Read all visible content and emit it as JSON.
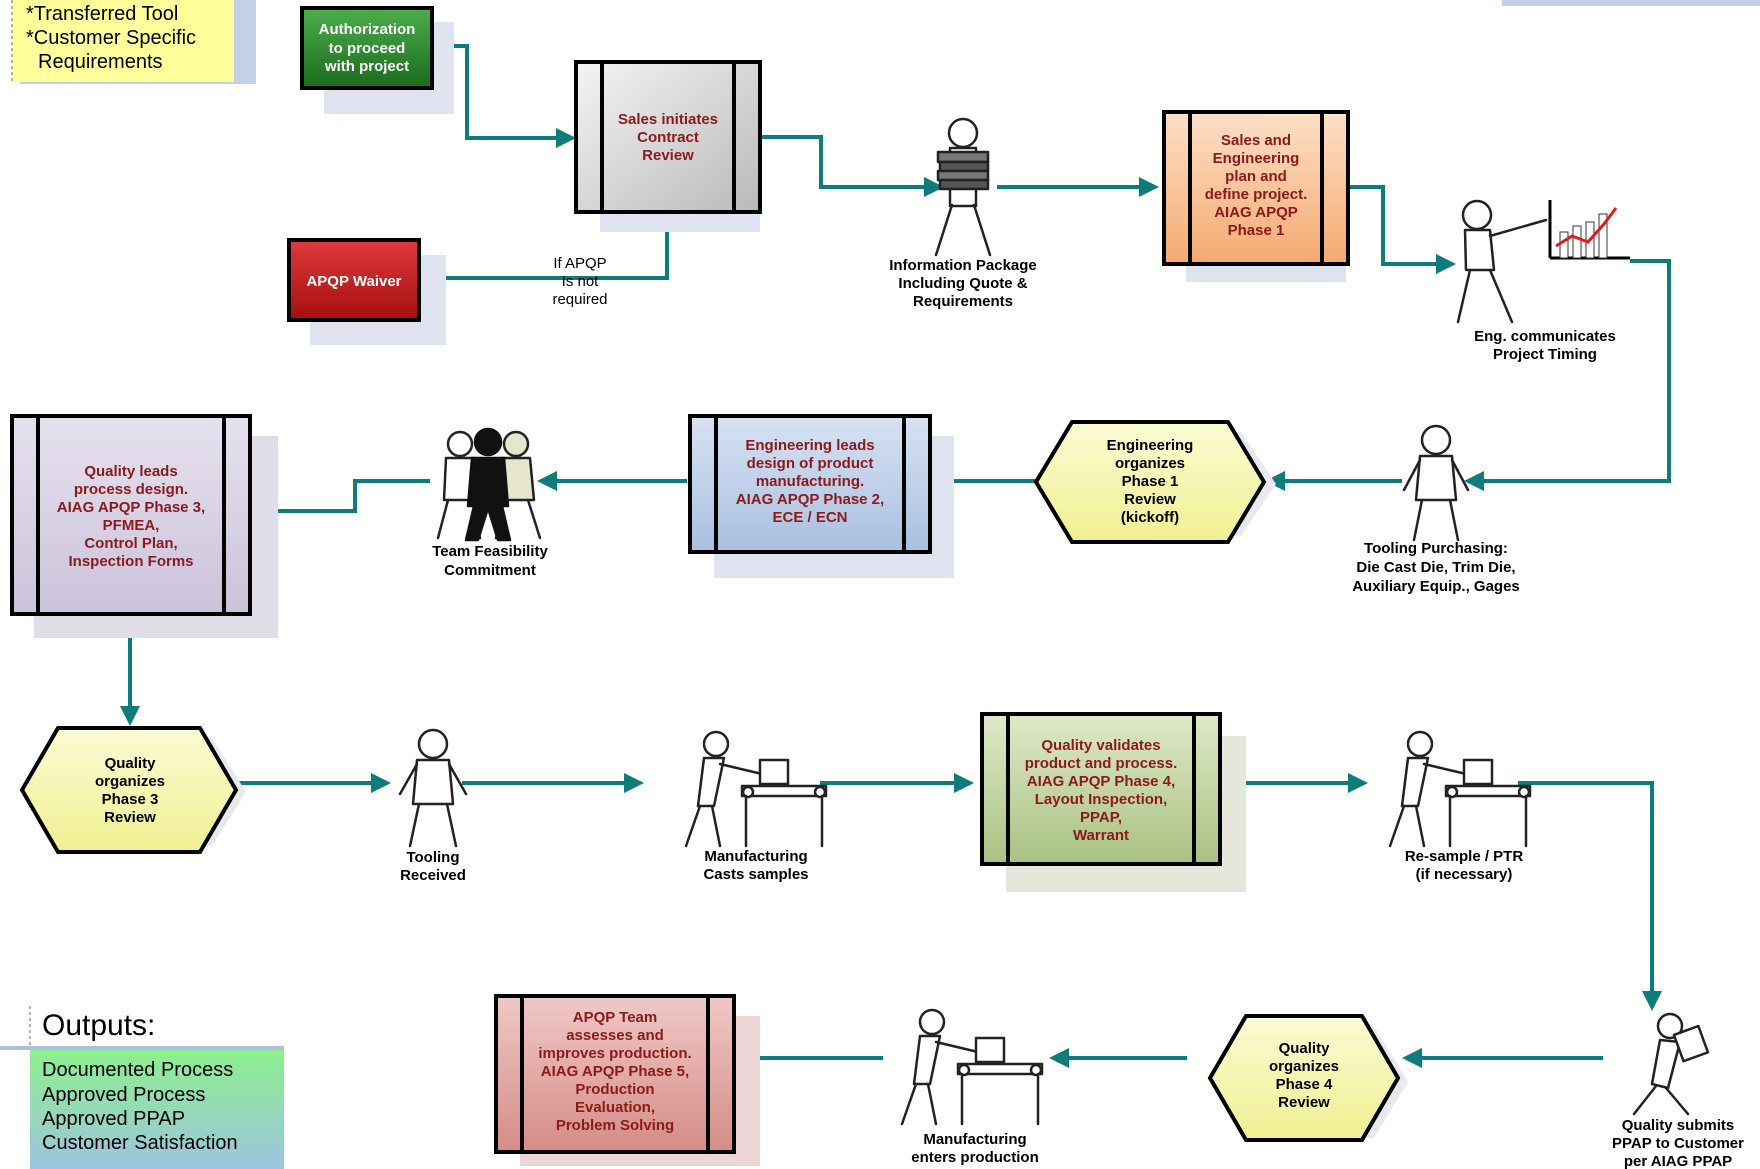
{
  "notes": {
    "line1": "*Transferred Tool",
    "line2": "*Customer Specific",
    "line3": "Requirements"
  },
  "start": {
    "line1": "Authorization",
    "line2": "to proceed",
    "line3": "with project"
  },
  "sales_review": {
    "line1": "Sales initiates",
    "line2": "Contract",
    "line3": "Review"
  },
  "waiver": {
    "label": "APQP Waiver"
  },
  "waiver_condition": {
    "line1": "If APQP",
    "line2": "Is not",
    "line3": "required"
  },
  "info_package": {
    "line1": "Information Package",
    "line2": "Including Quote &",
    "line3": "Requirements"
  },
  "sales_eng": {
    "line1": "Sales and",
    "line2": "Engineering",
    "line3": "plan and",
    "line4": "define project.",
    "line5": "AIAG APQP",
    "line6": "Phase 1"
  },
  "eng_timing": {
    "line1": "Eng. communicates",
    "line2": "Project Timing"
  },
  "tooling_purchasing": {
    "line1": "Tooling Purchasing:",
    "line2": "Die Cast Die, Trim Die,",
    "line3": "Auxiliary Equip., Gages"
  },
  "eng_phase1": {
    "line1": "Engineering",
    "line2": "organizes",
    "line3": "Phase 1",
    "line4": "Review",
    "line5": "(kickoff)"
  },
  "eng_design": {
    "line1": "Engineering leads",
    "line2": "design of product",
    "line3": "manufacturing.",
    "line4": "AIAG APQP Phase 2,",
    "line5": "ECE / ECN"
  },
  "team_feasibility": {
    "line1": "Team Feasibility",
    "line2": "Commitment"
  },
  "quality_design": {
    "line1": "Quality leads",
    "line2": "process design.",
    "line3": "AIAG APQP Phase 3,",
    "line4": "PFMEA,",
    "line5": "Control Plan,",
    "line6": "Inspection Forms"
  },
  "quality_phase3": {
    "line1": "Quality",
    "line2": "organizes",
    "line3": "Phase 3",
    "line4": "Review"
  },
  "tooling_received": {
    "line1": "Tooling",
    "line2": "Received"
  },
  "mfg_samples": {
    "line1": "Manufacturing",
    "line2": "Casts samples"
  },
  "quality_validates": {
    "line1": "Quality validates",
    "line2": "product and process.",
    "line3": "AIAG APQP Phase 4,",
    "line4": "Layout Inspection,",
    "line5": "PPAP,",
    "line6": "Warrant"
  },
  "resample": {
    "line1": "Re-sample / PTR",
    "line2": "(if necessary)"
  },
  "quality_submits": {
    "line1": "Quality submits",
    "line2": "PPAP to Customer",
    "line3": "per AIAG PPAP"
  },
  "quality_phase4": {
    "line1": "Quality",
    "line2": "organizes",
    "line3": "Phase 4",
    "line4": "Review"
  },
  "mfg_production": {
    "line1": "Manufacturing",
    "line2": "enters production"
  },
  "team_assess": {
    "line1": "APQP Team",
    "line2": "assesses and",
    "line3": "improves production.",
    "line4": "AIAG APQP Phase 5,",
    "line5": "Production",
    "line6": "Evaluation,",
    "line7": "Problem Solving"
  },
  "outputs": {
    "title": "Outputs:",
    "items": [
      "Documented Process",
      "Approved Process",
      "Approved PPAP",
      "Customer Satisfaction"
    ]
  }
}
